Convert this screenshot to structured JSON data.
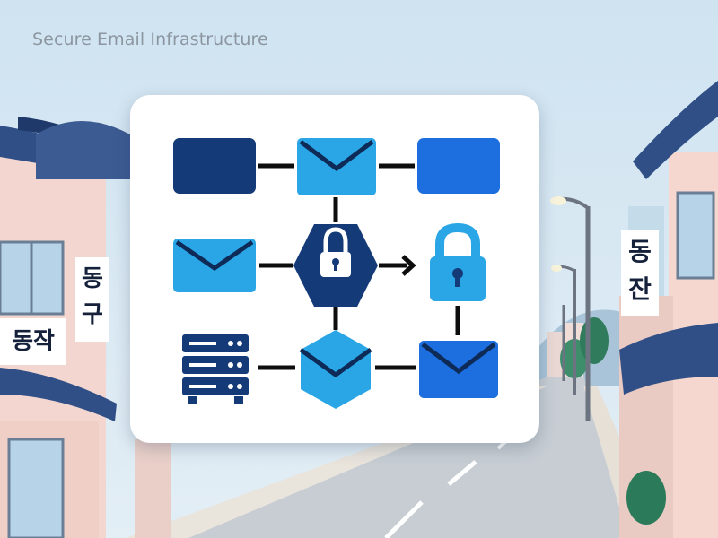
{
  "header": {
    "title": "Secure Email Infrastructure"
  },
  "street_signs": [
    {
      "text": "동구"
    },
    {
      "text": "동작"
    },
    {
      "text": "동잔"
    }
  ],
  "diagram": {
    "nodes": [
      {
        "id": "rect-dark-top",
        "shape": "rectangle",
        "color": "#143a78"
      },
      {
        "id": "envelope-top",
        "shape": "envelope",
        "color": "#2aa6e6"
      },
      {
        "id": "rect-blue-top",
        "shape": "rectangle",
        "color": "#1d6fe0"
      },
      {
        "id": "envelope-left",
        "shape": "envelope",
        "color": "#2aa6e6"
      },
      {
        "id": "lock-hexagon",
        "shape": "hexagon-lock",
        "color": "#143a78"
      },
      {
        "id": "padlock",
        "shape": "padlock",
        "color": "#2aa6e6"
      },
      {
        "id": "server",
        "shape": "server-stack",
        "color": "#143a78"
      },
      {
        "id": "envelope-hexagon",
        "shape": "hexagon-envelope",
        "color": "#2aa6e6"
      },
      {
        "id": "envelope-bottom-right",
        "shape": "envelope",
        "color": "#1d6fe0"
      }
    ],
    "edges": [
      {
        "from": "rect-dark-top",
        "to": "envelope-top",
        "arrow": false
      },
      {
        "from": "envelope-top",
        "to": "rect-blue-top",
        "arrow": false
      },
      {
        "from": "envelope-top",
        "to": "lock-hexagon",
        "arrow": false
      },
      {
        "from": "envelope-left",
        "to": "lock-hexagon",
        "arrow": false
      },
      {
        "from": "lock-hexagon",
        "to": "padlock",
        "arrow": true
      },
      {
        "from": "lock-hexagon",
        "to": "envelope-hexagon",
        "arrow": false
      },
      {
        "from": "server",
        "to": "envelope-hexagon",
        "arrow": false
      },
      {
        "from": "envelope-hexagon",
        "to": "envelope-bottom-right",
        "arrow": false
      },
      {
        "from": "padlock",
        "to": "envelope-bottom-right",
        "arrow": false
      }
    ]
  }
}
